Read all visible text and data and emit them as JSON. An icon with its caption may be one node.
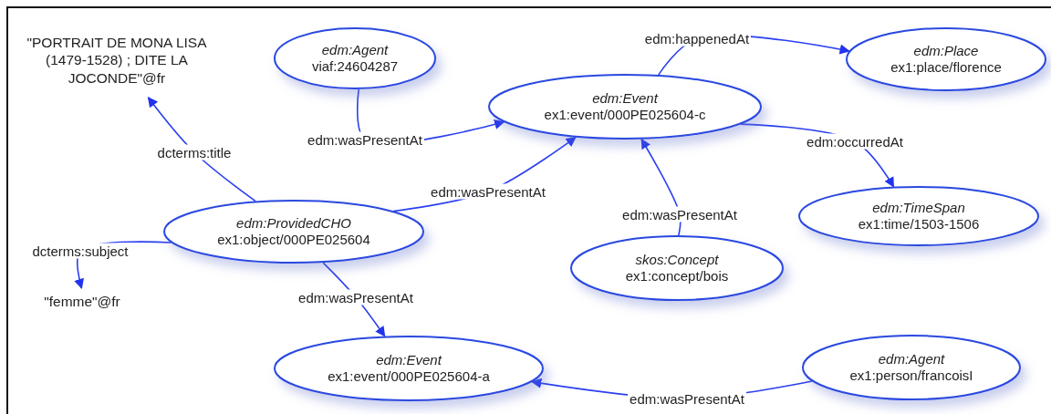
{
  "diagram": {
    "nodes": [
      {
        "text": [
          "\"PORTRAIT DE MONA LISA (1479-1528) ; DITE LA JOCONDE\"@fr"
        ]
      },
      {
        "text": [
          "edm:Agent",
          "viaf:24604287"
        ]
      },
      {
        "text": [
          "edm:Event",
          "ex1:event/000PE025604-c"
        ]
      },
      {
        "text": [
          "edm:Place",
          "ex1:place/florence"
        ]
      },
      {
        "text": [
          "edm:ProvidedCHO",
          "ex1:object/000PE025604"
        ]
      },
      {
        "text": [
          "edm:TimeSpan",
          "ex1:time/1503-1506"
        ]
      },
      {
        "text": [
          "skos:Concept",
          "ex1:concept/bois"
        ]
      },
      {
        "text": [
          "\"femme\"@fr"
        ]
      },
      {
        "text": [
          "edm:Event",
          "ex1:event/000PE025604-a"
        ]
      },
      {
        "text": [
          "edm:Agent",
          "ex1:person/francoisI"
        ]
      }
    ],
    "edges": [
      {
        "from": 4,
        "to": 0,
        "arrow": "to",
        "label": "dcterms:title"
      },
      {
        "from": 1,
        "to": 2,
        "arrow": "to",
        "label": "edm:wasPresentAt"
      },
      {
        "from": 2,
        "to": 3,
        "arrow": "to",
        "label": "edm:happenedAt"
      },
      {
        "from": 4,
        "to": 2,
        "arrow": "to",
        "label": "edm:wasPresentAt"
      },
      {
        "from": 2,
        "to": 5,
        "arrow": "to",
        "label": "edm:occurredAt"
      },
      {
        "from": 6,
        "to": 2,
        "arrow": "to",
        "label": "edm:wasPresentAt"
      },
      {
        "from": 4,
        "to": 7,
        "arrow": "to",
        "label": "dcterms:subject"
      },
      {
        "from": 4,
        "to": 8,
        "arrow": "to",
        "label": "edm:wasPresentAt"
      },
      {
        "from": 9,
        "to": 8,
        "arrow": "to",
        "label": "edm:wasPresentAt"
      }
    ]
  }
}
